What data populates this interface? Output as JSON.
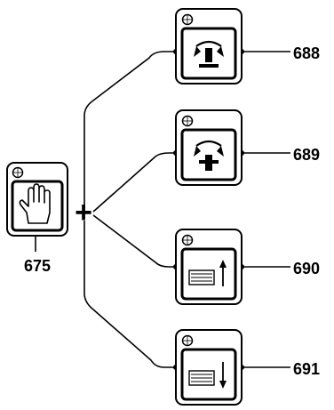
{
  "source_control": {
    "number": "675",
    "icon": "hand-icon"
  },
  "combine_symbol": "+",
  "target_controls": [
    {
      "number": "688",
      "icon": "rotate-up-icon"
    },
    {
      "number": "689",
      "icon": "rotate-down-icon"
    },
    {
      "number": "690",
      "icon": "display-arrow-up-icon"
    },
    {
      "number": "691",
      "icon": "display-arrow-down-icon"
    }
  ]
}
